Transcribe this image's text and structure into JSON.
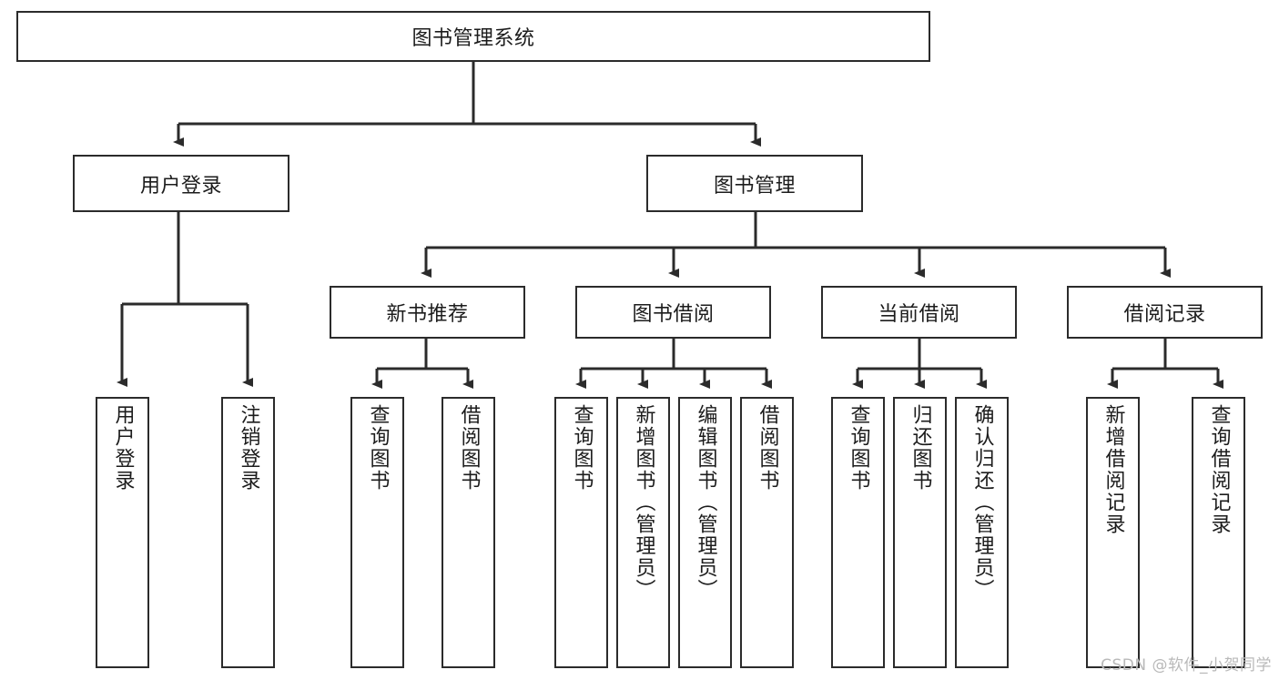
{
  "diagram": {
    "title": "图书管理系统",
    "type": "hierarchy-tree",
    "root": {
      "label": "图书管理系统"
    },
    "level2": [
      {
        "label": "用户登录"
      },
      {
        "label": "图书管理"
      }
    ],
    "level3": [
      {
        "label": "新书推荐"
      },
      {
        "label": "图书借阅"
      },
      {
        "label": "当前借阅"
      },
      {
        "label": "借阅记录"
      }
    ],
    "leaves": {
      "user_login": [
        {
          "label": "用户登录"
        },
        {
          "label": "注销登录"
        }
      ],
      "new_book_recommend": [
        {
          "label": "查询图书"
        },
        {
          "label": "借阅图书"
        }
      ],
      "book_borrow": [
        {
          "label": "查询图书"
        },
        {
          "label": "新增图书（管理员）"
        },
        {
          "label": "编辑图书（管理员）"
        },
        {
          "label": "借阅图书"
        }
      ],
      "current_borrow": [
        {
          "label": "查询图书"
        },
        {
          "label": "归还图书"
        },
        {
          "label": "确认归还（管理员）"
        }
      ],
      "borrow_record": [
        {
          "label": "新增借阅记录"
        },
        {
          "label": "查询借阅记录"
        }
      ]
    }
  },
  "watermark": {
    "text": "CSDN @软件_小贺同学"
  },
  "colors": {
    "stroke": "#2b2b2b",
    "background": "#ffffff",
    "text": "#1c1c1c",
    "watermark": "#b9b9b9"
  }
}
